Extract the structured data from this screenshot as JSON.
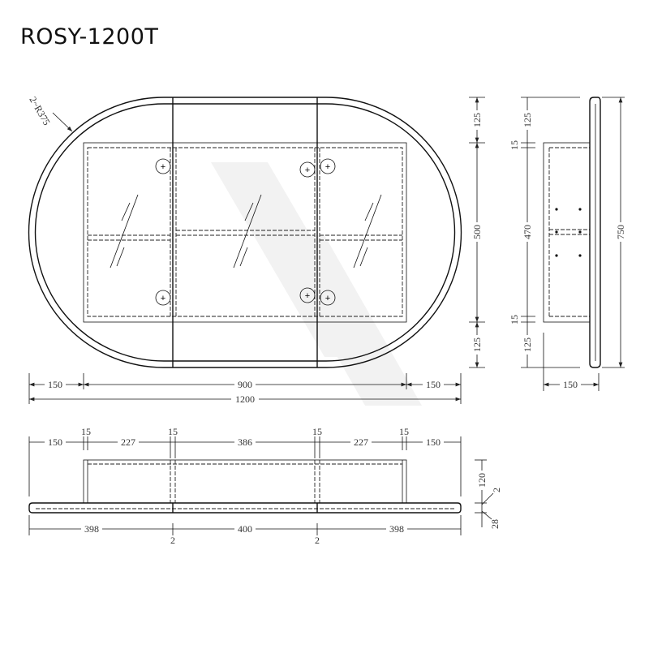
{
  "title": "ROSY-1200T",
  "front": {
    "radius_note": "2~R375",
    "h_dims": [
      "150",
      "900",
      "150"
    ],
    "total_width": "1200",
    "v_dims": [
      "125",
      "500",
      "125"
    ]
  },
  "side": {
    "v_dims": [
      "125",
      "15",
      "470",
      "15",
      "125"
    ],
    "total_height": "750",
    "depth": "150"
  },
  "bottom": {
    "top_dims": [
      "150",
      "15",
      "227",
      "15",
      "386",
      "15",
      "227",
      "15",
      "150"
    ],
    "bottom_dims": [
      "398",
      "2",
      "400",
      "2",
      "398"
    ],
    "right_dims": [
      "120",
      "2",
      "28"
    ]
  }
}
